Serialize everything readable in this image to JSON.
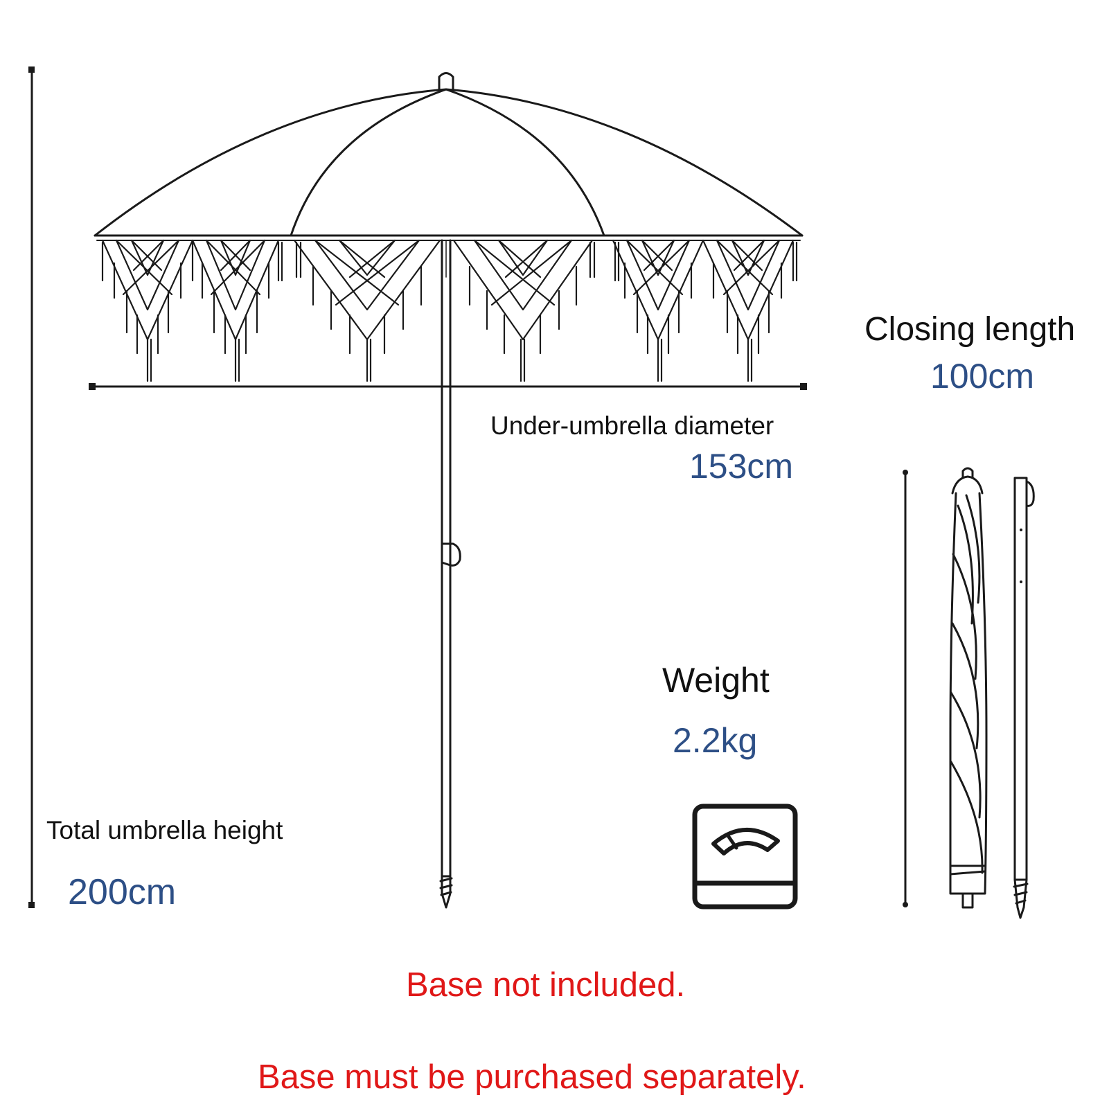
{
  "specs": {
    "height": {
      "label": "Total umbrella height",
      "value": "200cm"
    },
    "diameter": {
      "label": "Under-umbrella diameter",
      "value": "153cm"
    },
    "closing": {
      "label": "Closing length",
      "value": "100cm"
    },
    "weight": {
      "label": "Weight",
      "value": "2.2kg",
      "icon": "scale-icon"
    }
  },
  "notes": {
    "line1": "Base not included.",
    "line2": "Base must be purchased separately."
  },
  "colors": {
    "label": "#111111",
    "value": "#2d4f86",
    "note": "#e01818",
    "line": "#1a1a1a"
  }
}
